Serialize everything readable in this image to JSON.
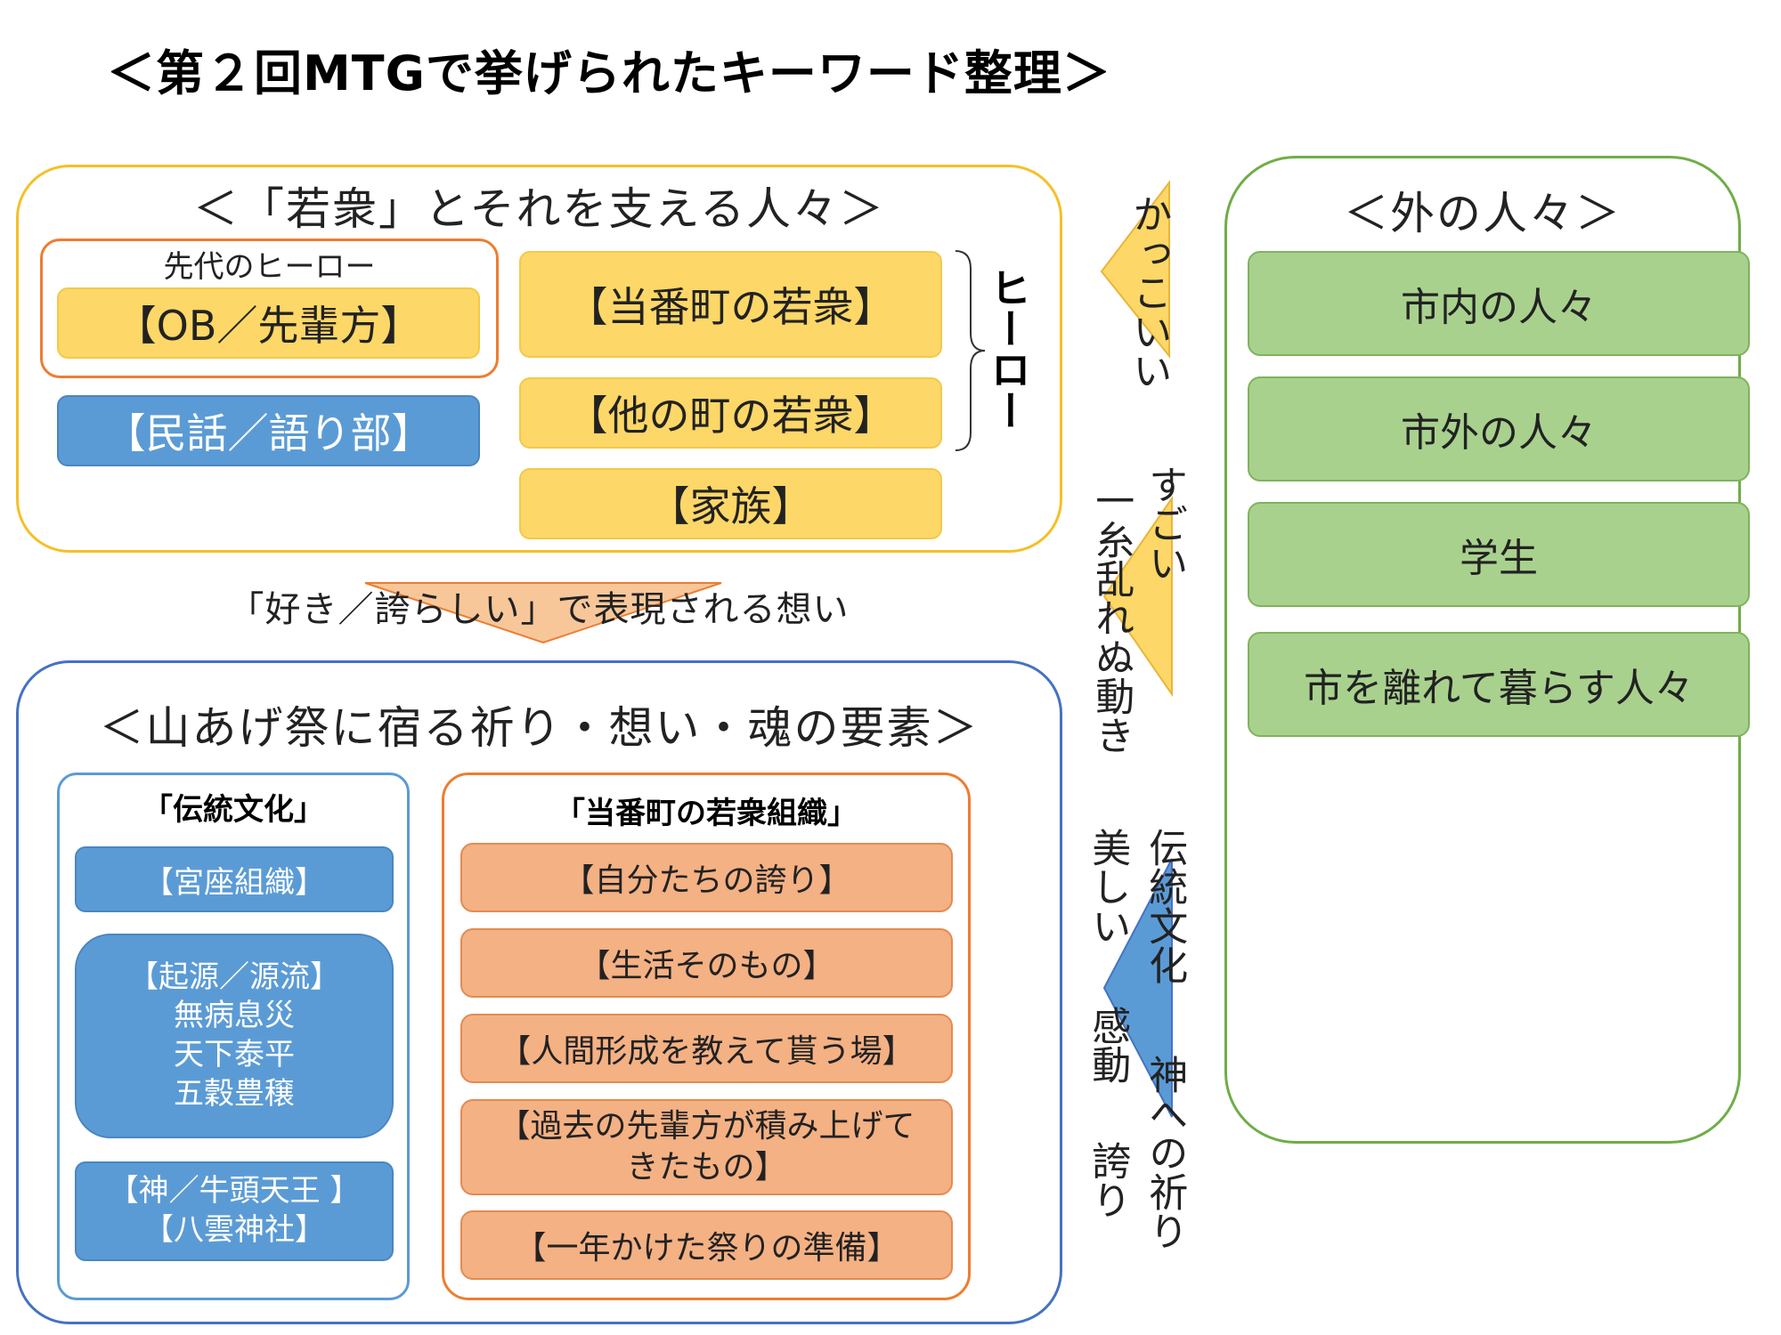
{
  "title": "＜第２回MTGで挙げられたキーワード整理＞",
  "supporters": {
    "title": "＜「若衆」とそれを支える人々＞",
    "predecessor_caption": "先代のヒーロー",
    "ob_label": "【OB／先輩方】",
    "folklore_label": "【民話／語り部】",
    "host_town_label": "【当番町の若衆】",
    "other_town_label": "【他の町の若衆】",
    "family_label": "【家族】",
    "hero_label": "ヒーロー"
  },
  "middle": {
    "feeling_label": "「好き／誇らしい」で表現される想い"
  },
  "elements": {
    "title": "＜山あげ祭に宿る祈り・想い・魂の要素＞",
    "tradition": {
      "header": "「伝統文化」",
      "items": [
        "【宮座組織】",
        "【起源／源流】\n無病息災\n天下泰平\n五穀豊穣",
        "【神／牛頭天王 】\n【八雲神社】"
      ]
    },
    "youth_org": {
      "header": "「当番町の若衆組織」",
      "items": [
        "【自分たちの誇り】",
        "【生活そのもの】",
        "【人間形成を教えて貰う場】",
        "【過去の先輩方が積み上げて\nきたもの】",
        "【一年かけた祭りの準備】"
      ]
    }
  },
  "outsiders": {
    "title": "＜外の人々＞",
    "items": [
      "市内の人々",
      "市外の人々",
      "学生",
      "市を離れて暮らす人々"
    ]
  },
  "arrow_labels": {
    "cool": "かっこいい",
    "amazing": "すごい",
    "in_unison": "一糸乱れぬ動き",
    "traditional_culture": "伝統文化",
    "prayer_to_god": "神への祈り",
    "beautiful": "美しい",
    "moved": "感動",
    "pride": "誇り"
  },
  "colors": {
    "yellow_fill": "#fdd767",
    "yellow_border": "#f2c94c",
    "blue_fill": "#5b9bd5",
    "green_fill": "#a9d18e",
    "orange_fill": "#f4b183",
    "panel_blue_border": "#4472c4",
    "panel_green_border": "#70ad47",
    "panel_orange_border": "#ed7d31"
  }
}
